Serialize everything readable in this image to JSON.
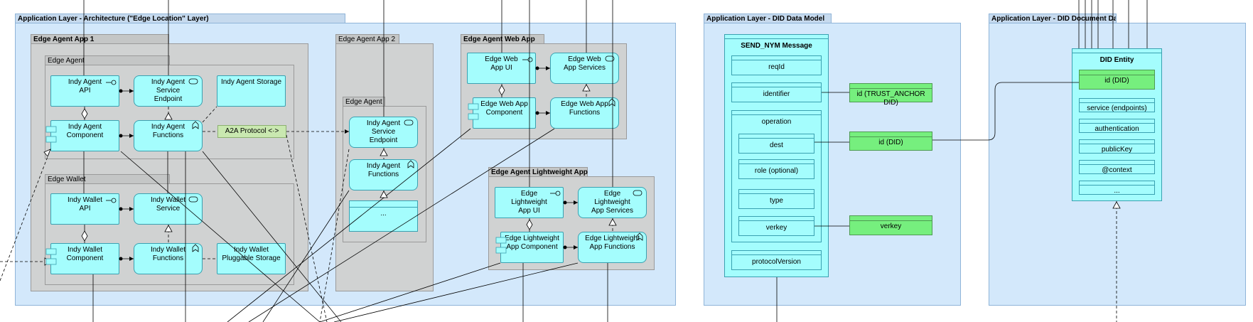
{
  "layers": {
    "edge": "Application Layer - Architecture  (\"Edge Location\" Layer)",
    "did": "Application Layer - DID Data Model",
    "diddoc": "Application Layer - DID Document Data Model"
  },
  "groups": {
    "app1": "Edge Agent App 1",
    "edge_agent": "Edge Agent",
    "edge_wallet": "Edge Wallet",
    "app2": "Edge Agent App 2",
    "app2_agent": "Edge Agent",
    "webapp": "Edge Agent Web App",
    "lightweight": "Edge Agent Lightweight App"
  },
  "boxes": {
    "agent_api": [
      "Indy Agent",
      "API"
    ],
    "agent_sep": [
      "Indy Agent",
      "Service",
      "Endpoint"
    ],
    "agent_storage": [
      "Indy Agent Storage"
    ],
    "agent_comp": [
      "Indy Agent",
      "Component"
    ],
    "agent_func": [
      "Indy Agent",
      "Functions"
    ],
    "a2a": "A2A Protocol <·>",
    "wallet_api": [
      "Indy Wallet",
      "API"
    ],
    "wallet_svc": [
      "Indy Wallet",
      "Service"
    ],
    "wallet_comp": [
      "Indy Wallet",
      "Component"
    ],
    "wallet_func": [
      "Indy Wallet",
      "Functions"
    ],
    "wallet_storage": [
      "Indy Wallet",
      "Pluggable Storage"
    ],
    "app2_sep": [
      "Indy Agent",
      "Service",
      "Endpoint"
    ],
    "app2_func": [
      "Indy Agent",
      "Functions"
    ],
    "app2_more": "...",
    "web_ui": [
      "Edge Web",
      "App UI"
    ],
    "web_svc": [
      "Edge Web",
      "App Services"
    ],
    "web_comp": [
      "Edge Web App",
      "Component"
    ],
    "web_func": [
      "Edge Web App",
      "Functions"
    ],
    "lw_ui": [
      "Edge",
      "Lightweight",
      "App UI"
    ],
    "lw_svc": [
      "Edge",
      "Lightweight",
      "App Services"
    ],
    "lw_comp": [
      "Edge Lightweight",
      "App Component"
    ],
    "lw_func": [
      "Edge Lightweight",
      "App Functions"
    ]
  },
  "did_model": {
    "title": "SEND_NYM Message",
    "fields": {
      "reqid": "reqId",
      "identifier": "identifier",
      "operation": "operation",
      "dest": "dest",
      "role": "role (optional)",
      "type": "type",
      "verkey": "verkey",
      "protocolVersion": "protocolVersion"
    },
    "green": {
      "trust": "id (TRUST_ANCHOR DID)",
      "id": "id (DID)",
      "verkey": "verkey"
    }
  },
  "did_doc": {
    "title": "DID Entity",
    "fields": {
      "id": "id (DID)",
      "service": "service (endpoints)",
      "authentication": "authentication",
      "publicKey": "publicKey",
      "context": "@context",
      "more": "..."
    }
  },
  "colors": {
    "layer": "#d3e8fb",
    "group": "#d0d2d2",
    "element": "#a4fdfd",
    "green": "#76ef7e",
    "a2a": "#c9e8b0"
  }
}
